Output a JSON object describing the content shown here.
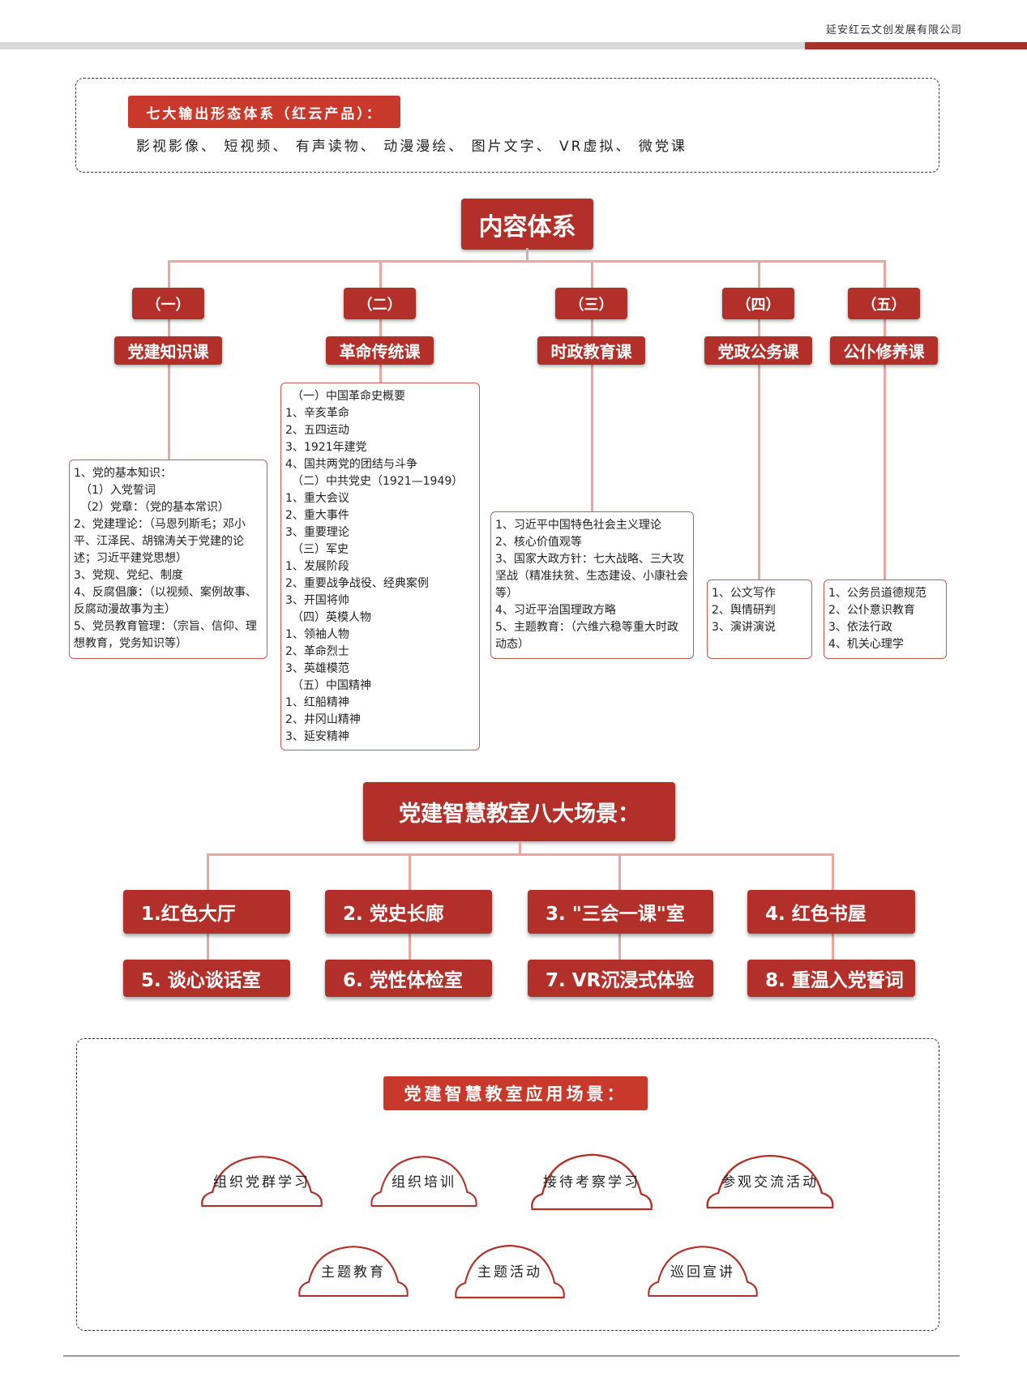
{
  "company": "延安红云文创发展有限公司",
  "output_system": {
    "label": "七大输出形态体系（红云产品）：",
    "items": "影视影像、 短视频、 有声读物、 动漫漫绘、 图片文字、 VR虚拟、 微党课"
  },
  "content_system": {
    "title": "内容体系",
    "categories": [
      {
        "num": "（一）",
        "name": "党建知识课"
      },
      {
        "num": "（二）",
        "name": "革命传统课"
      },
      {
        "num": "（三）",
        "name": "时政教育课"
      },
      {
        "num": "（四）",
        "name": "党政公务课"
      },
      {
        "num": "（五）",
        "name": "公仆修养课"
      }
    ],
    "box1": [
      "1、党的基本知识：",
      "（1）入党誓词",
      "（2）党章：（党的基本常识）",
      "2、党建理论：（马恩列斯毛；邓小平、江泽民、胡锦涛关于党建的论述；习近平建党思想）",
      "3、党规、党纪、制度",
      "4、反腐倡廉：（以视频、案例故事、反腐动漫故事为主）",
      "5、党员教育管理：（宗旨、信仰、理想教育，党务知识等）"
    ],
    "box2": [
      "（一）中国革命史概要",
      "1、辛亥革命",
      "2、五四运动",
      "3、1921年建党",
      "4、国共两党的团结与斗争",
      "（二）中共党史（1921—1949）",
      "1、重大会议",
      "2、重大事件",
      "3、重要理论",
      "（三）军史",
      "1、发展阶段",
      "2、重要战争战役、经典案例",
      "3、开国将帅",
      "（四）英模人物",
      "1、领袖人物",
      "2、革命烈士",
      "3、英雄模范",
      "（五）中国精神",
      "1、红船精神",
      "2、井冈山精神",
      "3、延安精神"
    ],
    "box3": [
      "1、习近平中国特色社会主义理论",
      "2、核心价值观等",
      "3、国家大政方针：七大战略、三大攻坚战（精准扶贫、生态建设、小康社会等）",
      "4、习近平治国理政方略",
      "5、主题教育：（六维六稳等重大时政动态）"
    ],
    "box4": [
      "1、公文写作",
      "2、舆情研判",
      "3、演讲演说"
    ],
    "box5": [
      "1、公务员道德规范",
      "2、公仆意识教育",
      "3、依法行政",
      "4、机关心理学"
    ]
  },
  "classroom": {
    "title": "党建智慧教室八大场景：",
    "scenes": [
      "1.红色大厅",
      "2. 党史长廊",
      "3. \"三会一课\"室",
      "4. 红色书屋",
      "5. 谈心谈话室",
      "6. 党性体检室",
      "7. VR沉浸式体验",
      "8. 重温入党誓词"
    ]
  },
  "application": {
    "title": "党建智慧教室应用场景：",
    "clouds": [
      "组织党群学习",
      "组织培训",
      "接待考察学习",
      "参观交流活动",
      "主题教育",
      "主题活动",
      "巡回宣讲"
    ]
  },
  "colors": {
    "primary_red": "#b3302a",
    "light_line": "#e8a7a3",
    "box_border": "#c65a55"
  }
}
